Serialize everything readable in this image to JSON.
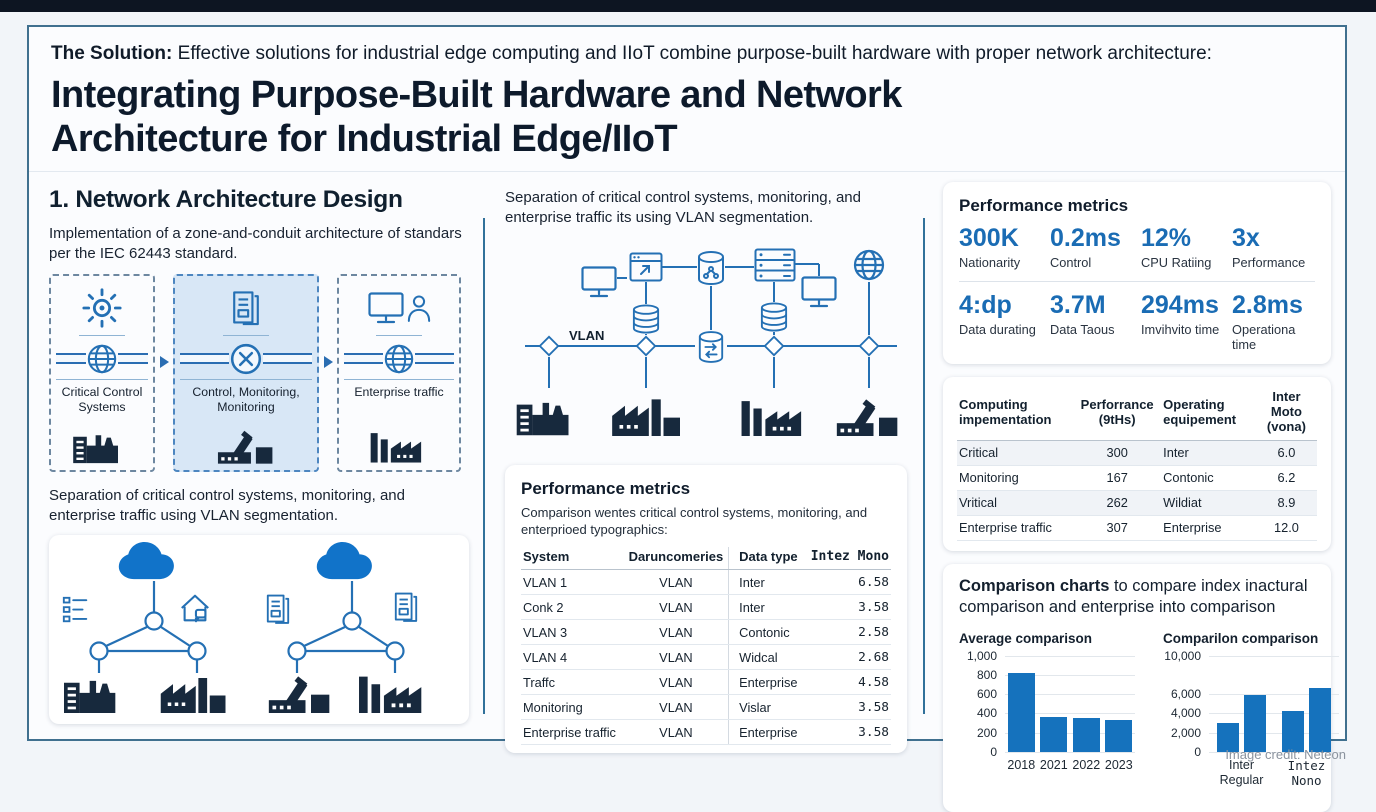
{
  "colors": {
    "accent": "#1572bd",
    "dark_icon": "#17293d",
    "stroke_blue": "#2470b4",
    "metric_blue": "#1a6cb4",
    "frame_border": "#40708f"
  },
  "page": {
    "credit": "Image credit: Neteon"
  },
  "header": {
    "kicker_bold": "The Solution:",
    "kicker_rest": " Effective solutions for industrial edge computing and IIoT combine purpose-built hardware with proper network architecture:",
    "title": "Integrating Purpose-Built Hardware and Network Architecture for Industrial Edge/IIoT"
  },
  "left": {
    "heading": "1. Network Architecture Design",
    "para1": "Implementation of a zone-and-conduit architecture of standars per the IEC 62443 standard.",
    "zones": [
      {
        "label": "Critical Control Systems"
      },
      {
        "label": "Control, Monitoring, Monitoring"
      },
      {
        "label": "Enterprise traffic"
      }
    ],
    "para2": "Separation of critical control systems, monitoring, and enterprise traffic using VLAN segmentation."
  },
  "middle": {
    "para": "Separation of critical control systems, monitoring, and enterprise traffic its using VLAN segmentation.",
    "vlan_label": "VLAN",
    "metrics_card": {
      "title": "Performance metrics",
      "subtitle": "Comparison wentes critical control systems, monitoring, and enterprioed typographics:",
      "table": {
        "columns": [
          "System",
          "Daruncomeries",
          "Data type",
          "Intez Mono"
        ],
        "rows": [
          [
            "VLAN 1",
            "VLAN",
            "Inter",
            "6.58"
          ],
          [
            "Conk 2",
            "VLAN",
            "Inter",
            "3.58"
          ],
          [
            "VLAN 3",
            "VLAN",
            "Contonic",
            "2.58"
          ],
          [
            "VLAN 4",
            "VLAN",
            "Widcal",
            "2.68"
          ],
          [
            "Traffc",
            "VLAN",
            "Enterprise",
            "4.58"
          ],
          [
            "Monitoring",
            "VLAN",
            "Vislar",
            "3.58"
          ],
          [
            "Enterprise traffic",
            "VLAN",
            "Enterprise",
            "3.58"
          ]
        ]
      }
    }
  },
  "right": {
    "metrics_card": {
      "title": "Performance metrics",
      "metrics": [
        {
          "value": "300K",
          "label": "Nationarity"
        },
        {
          "value": "0.2ms",
          "label": "Control"
        },
        {
          "value": "12%",
          "label": "CPU Ratiing"
        },
        {
          "value": "3x",
          "label": "Performance"
        },
        {
          "value": "4:dp",
          "label": "Data durating"
        },
        {
          "value": "3.7M",
          "label": "Data Taous"
        },
        {
          "value": "294ms",
          "label": "Imvihvito time"
        },
        {
          "value": "2.8ms",
          "label": "Operationa time"
        }
      ]
    },
    "table_card": {
      "columns": [
        "Computing impementation",
        "Perforrance (9tHs)",
        "Operating equipement",
        "Inter Moto (vona)"
      ],
      "rows": [
        [
          "Critical",
          "300",
          "Inter",
          "6.0"
        ],
        [
          "Monitoring",
          "167",
          "Contonic",
          "6.2"
        ],
        [
          "Vritical",
          "262",
          "Wildiat",
          "8.9"
        ],
        [
          "Enterprise traffic",
          "307",
          "Enterprise",
          "12.0"
        ]
      ]
    },
    "charts_card": {
      "intro_bold": "Comparison charts",
      "intro_rest": " to compare index inactural comparison and enterprise into comparison"
    }
  },
  "chart_data": [
    {
      "type": "bar",
      "title": "Average comparison",
      "categories": [
        "2018",
        "2021",
        "2022",
        "2023"
      ],
      "values": [
        820,
        360,
        355,
        330
      ],
      "ylim": [
        0,
        1000
      ],
      "yticks": [
        0,
        200,
        400,
        600,
        800,
        1000
      ],
      "bar_color": "#1572bd",
      "grid": true,
      "legend": "none"
    },
    {
      "type": "bar",
      "title": "Comparilon comparison",
      "categories": [
        "Inter\nRegular",
        "Intez\nNono"
      ],
      "categories_mono": [
        false,
        true
      ],
      "series": [
        {
          "name": "series-1",
          "values": [
            3000,
            4300
          ]
        },
        {
          "name": "series-2",
          "values": [
            5900,
            6700
          ]
        }
      ],
      "ylim": [
        0,
        10000
      ],
      "yticks": [
        0,
        2000,
        4000,
        6000,
        10000
      ],
      "bar_color": "#1572bd",
      "grid": true,
      "legend": "none"
    }
  ]
}
